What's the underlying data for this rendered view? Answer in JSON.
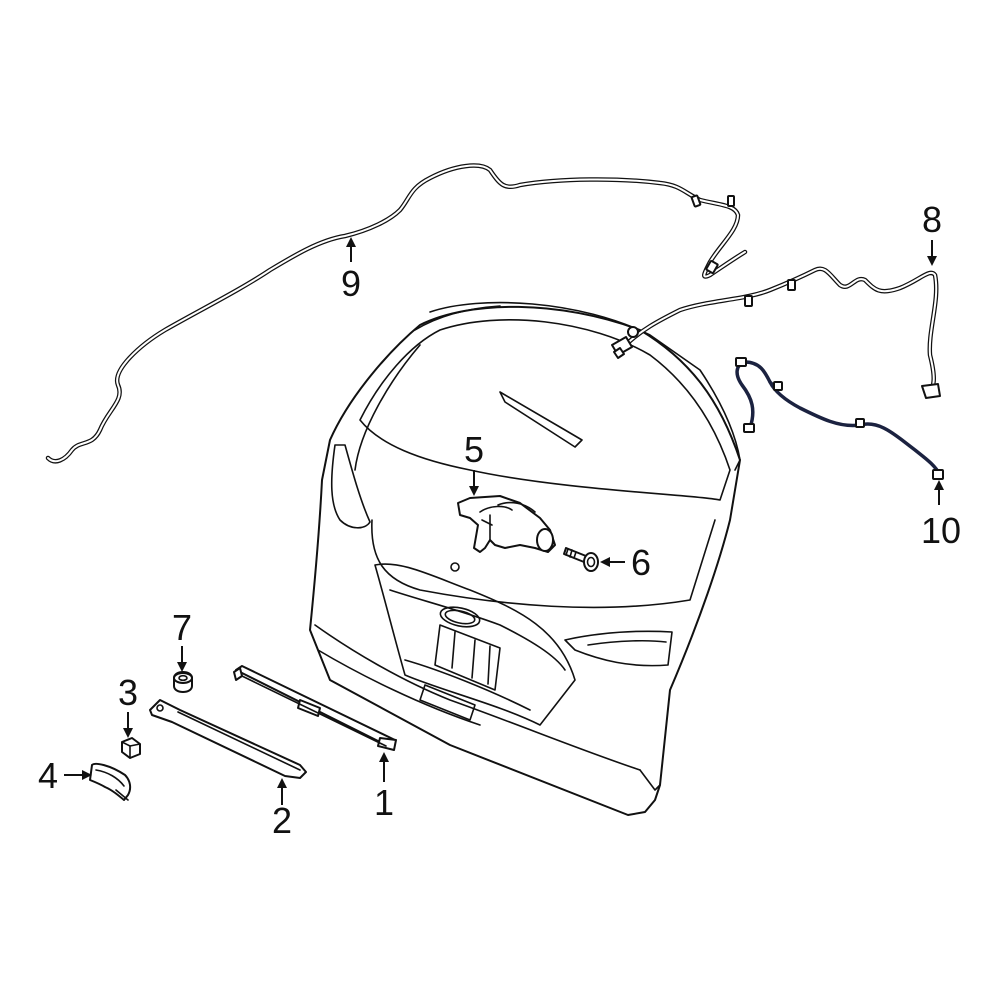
{
  "callouts": {
    "c1": "1",
    "c2": "2",
    "c3": "3",
    "c4": "4",
    "c5": "5",
    "c6": "6",
    "c7": "7",
    "c8": "8",
    "c9": "9",
    "c10": "10"
  },
  "colors": {
    "line": "#111111",
    "harness": "#1b2240",
    "background": "#ffffff"
  }
}
